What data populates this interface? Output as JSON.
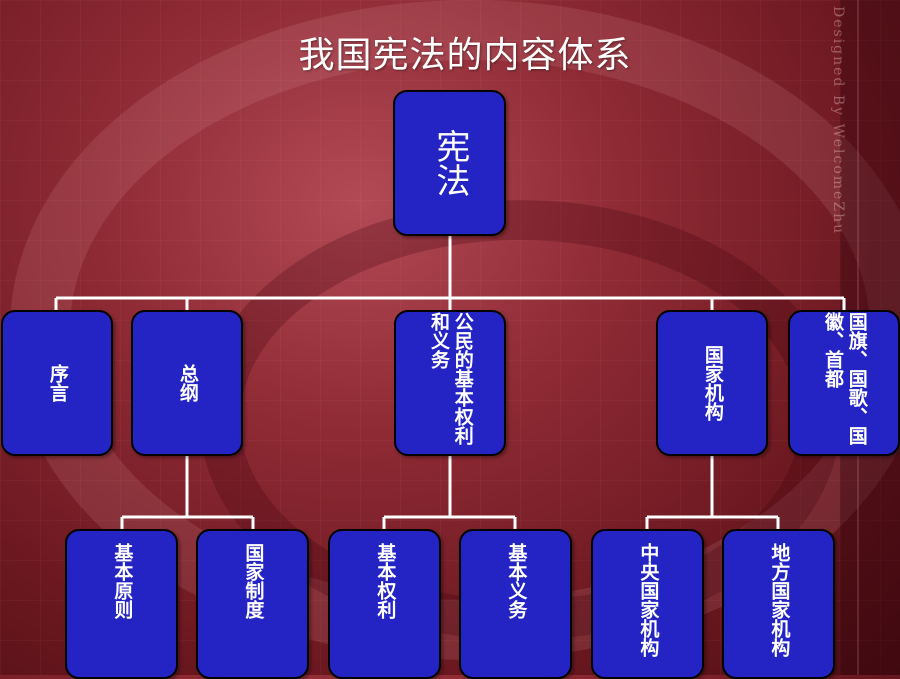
{
  "title": "我国宪法的内容体系",
  "watermark": "Designed By WelcomeZhu",
  "colors": {
    "node_fill": "#2424c4",
    "node_border": "#000000",
    "connector": "#ffffff",
    "background": "#8e2a34"
  },
  "root": {
    "label": "宪法"
  },
  "level1": [
    {
      "label": "序言"
    },
    {
      "label": "总纲"
    },
    {
      "label": "公民的基本权利和义务"
    },
    {
      "label": "国家机构"
    },
    {
      "label": "国旗、国歌、国徽、首都"
    }
  ],
  "level2": [
    {
      "label": "基本原则"
    },
    {
      "label": "国家制度"
    },
    {
      "label": "基本权利"
    },
    {
      "label": "基本义务"
    },
    {
      "label": "中央国家机构"
    },
    {
      "label": "地方国家机构"
    }
  ]
}
